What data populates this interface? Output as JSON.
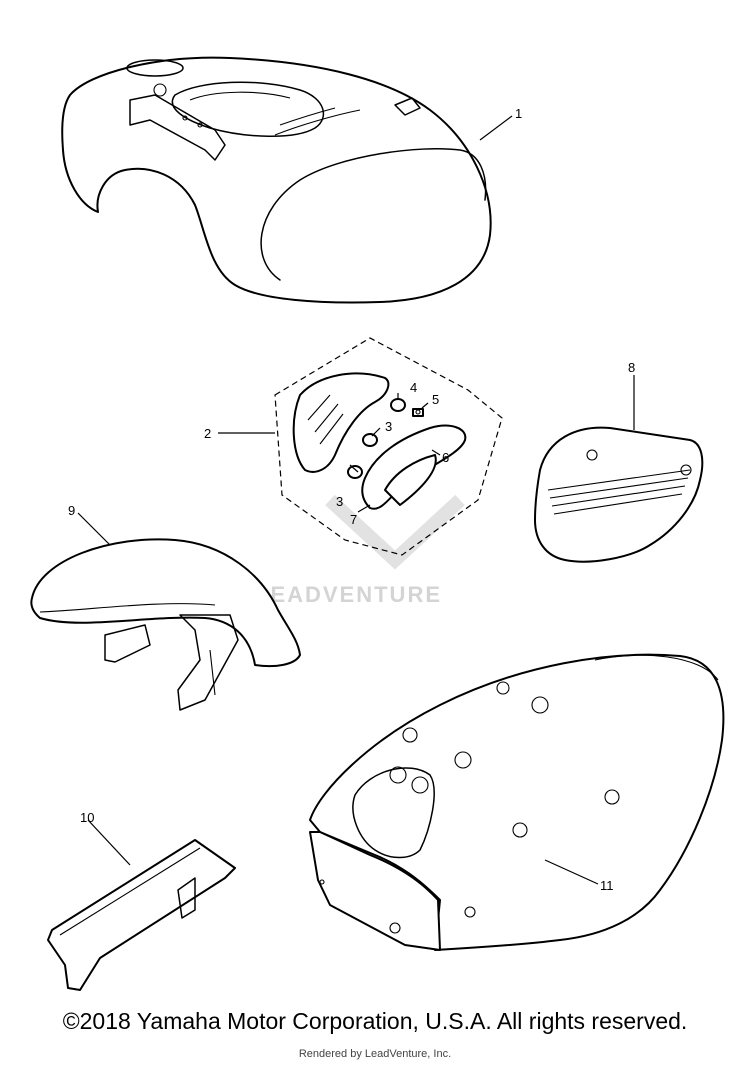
{
  "callouts": {
    "c1": "1",
    "c2": "2",
    "c3a": "3",
    "c3b": "3",
    "c4": "4",
    "c5": "5",
    "c6": "6",
    "c7": "7",
    "c8": "8",
    "c9": "9",
    "c10": "10",
    "c11": "11"
  },
  "watermark": "LEADVENTURE",
  "footer": {
    "copyright": "©2018 Yamaha Motor Corporation, U.S.A. All rights reserved.",
    "rendered_by": "Rendered by LeadVenture, Inc."
  }
}
